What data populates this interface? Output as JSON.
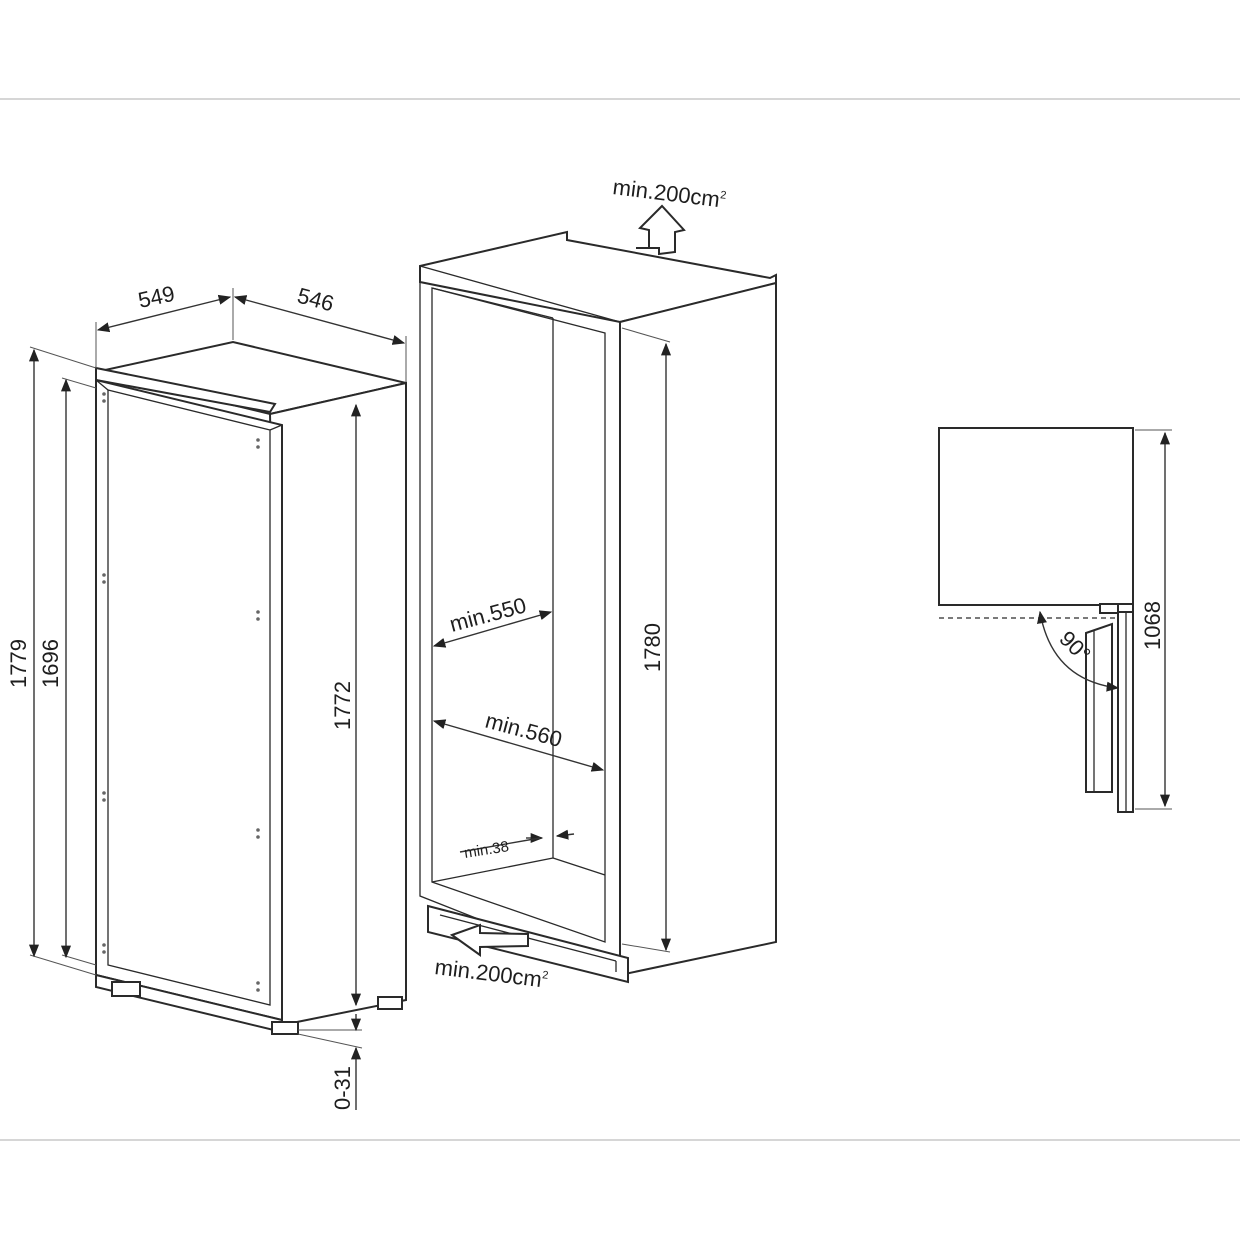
{
  "fridge": {
    "width": "549",
    "depth": "546",
    "total_height": "1779",
    "door_height": "1696",
    "body_height": "1772",
    "foot_adjust": "0-31"
  },
  "niche": {
    "vent_top": "min.200cm",
    "vent_top_sup": "2",
    "vent_bottom": "min.200cm",
    "vent_bottom_sup": "2",
    "width_min": "min.550",
    "depth_min": "min.560",
    "gap_min": "min.38",
    "height": "1780"
  },
  "door_detail": {
    "height": "1068",
    "angle": "90°"
  }
}
